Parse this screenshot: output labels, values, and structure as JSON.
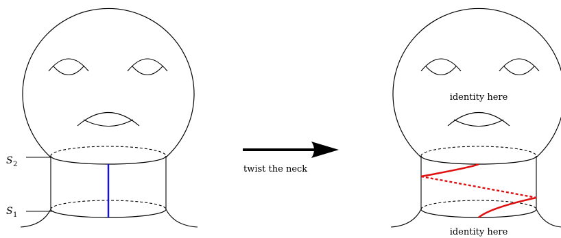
{
  "left_figure": {
    "upper_circle_label": "S",
    "upper_circle_index": "2",
    "lower_circle_label": "S",
    "lower_circle_index": "1"
  },
  "arrow": {
    "caption": "twist the neck"
  },
  "right_figure": {
    "head_caption": "identity here",
    "base_caption": "identity here"
  },
  "colors": {
    "ink": "#000000",
    "path": "#1010e0",
    "twist": "#e01010"
  }
}
